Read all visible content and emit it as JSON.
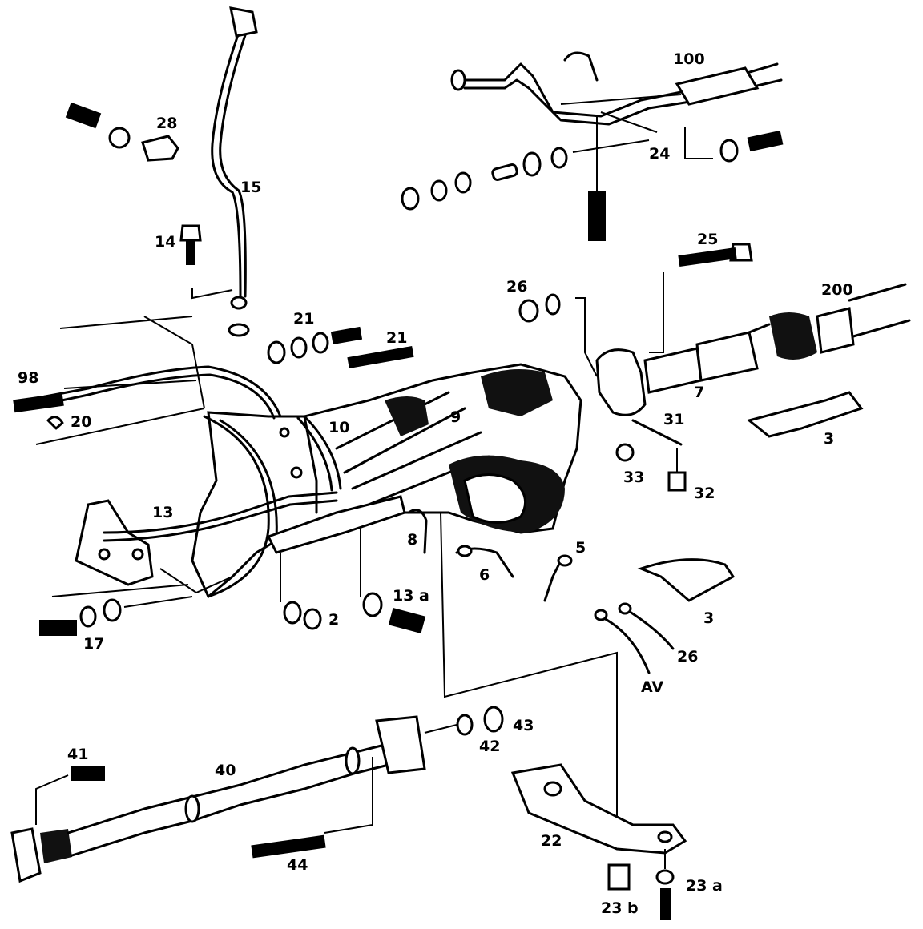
{
  "diagram": {
    "type": "exploded-parts-diagram",
    "colors": {
      "ink": "#000000",
      "background": "#ffffff"
    },
    "callouts": {
      "c28": "28",
      "c15": "15",
      "c14": "14",
      "c100": "100",
      "c24": "24",
      "c25": "25",
      "c26": "26",
      "c200": "200",
      "c21a": "21",
      "c21b": "21",
      "c98": "98",
      "c20": "20",
      "c10": "10",
      "c9": "9",
      "c7": "7",
      "c31": "31",
      "c3a": "3",
      "c33": "33",
      "c32": "32",
      "c13": "13",
      "c8": "8",
      "c6": "6",
      "c5": "5",
      "c3b": "3",
      "c2": "2",
      "c13a": "13 a",
      "c17": "17",
      "c26b": "26",
      "cAV": "AV",
      "c41": "41",
      "c40": "40",
      "c42": "42",
      "c43": "43",
      "c44": "44",
      "c22": "22",
      "c23b": "23 b",
      "c23a": "23 a"
    }
  }
}
